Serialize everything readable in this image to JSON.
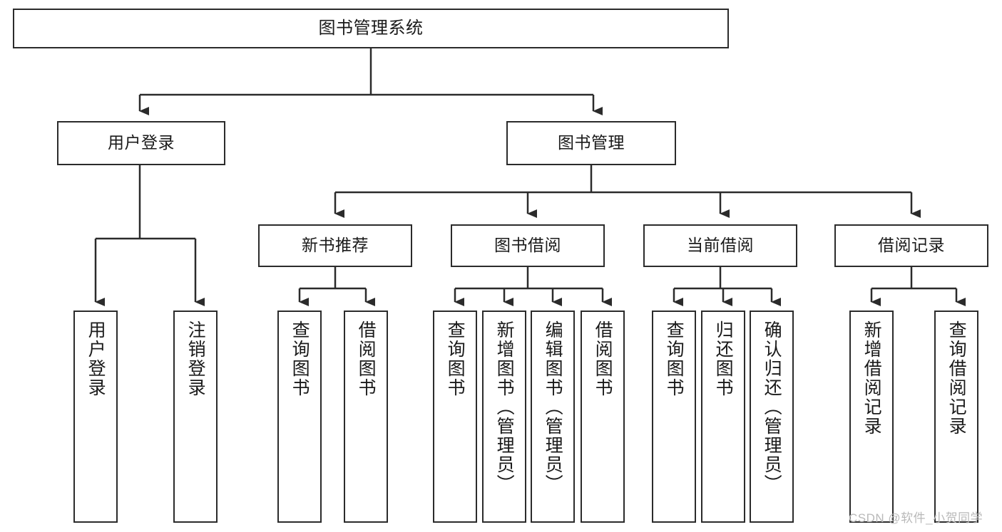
{
  "diagram": {
    "title": "图书管理系统",
    "type": "hierarchy-tree",
    "watermark": "CSDN @软件_小贺同学",
    "colors": {
      "stroke": "#2b2b2b",
      "fill": "#ffffff",
      "text": "#1a1a1a",
      "watermark": "#b9b9b9"
    },
    "nodes": {
      "root": {
        "label": "图书管理系统"
      },
      "level2": [
        {
          "label": "用户登录"
        },
        {
          "label": "图书管理"
        }
      ],
      "level3": [
        {
          "label": "新书推荐"
        },
        {
          "label": "图书借阅"
        },
        {
          "label": "当前借阅"
        },
        {
          "label": "借阅记录"
        }
      ],
      "leaves": {
        "user_login": [
          {
            "label": "用户登录"
          },
          {
            "label": "注销登录"
          }
        ],
        "new_book_recommend": [
          {
            "label": "查询图书"
          },
          {
            "label": "借阅图书"
          }
        ],
        "book_borrow": [
          {
            "label": "查询图书"
          },
          {
            "label": "新增图书（管理员）"
          },
          {
            "label": "编辑图书（管理员）"
          },
          {
            "label": "借阅图书"
          }
        ],
        "current_borrow": [
          {
            "label": "查询图书"
          },
          {
            "label": "归还图书"
          },
          {
            "label": "确认归还（管理员）"
          }
        ],
        "borrow_record": [
          {
            "label": "新增借阅记录"
          },
          {
            "label": "查询借阅记录"
          }
        ]
      }
    }
  }
}
